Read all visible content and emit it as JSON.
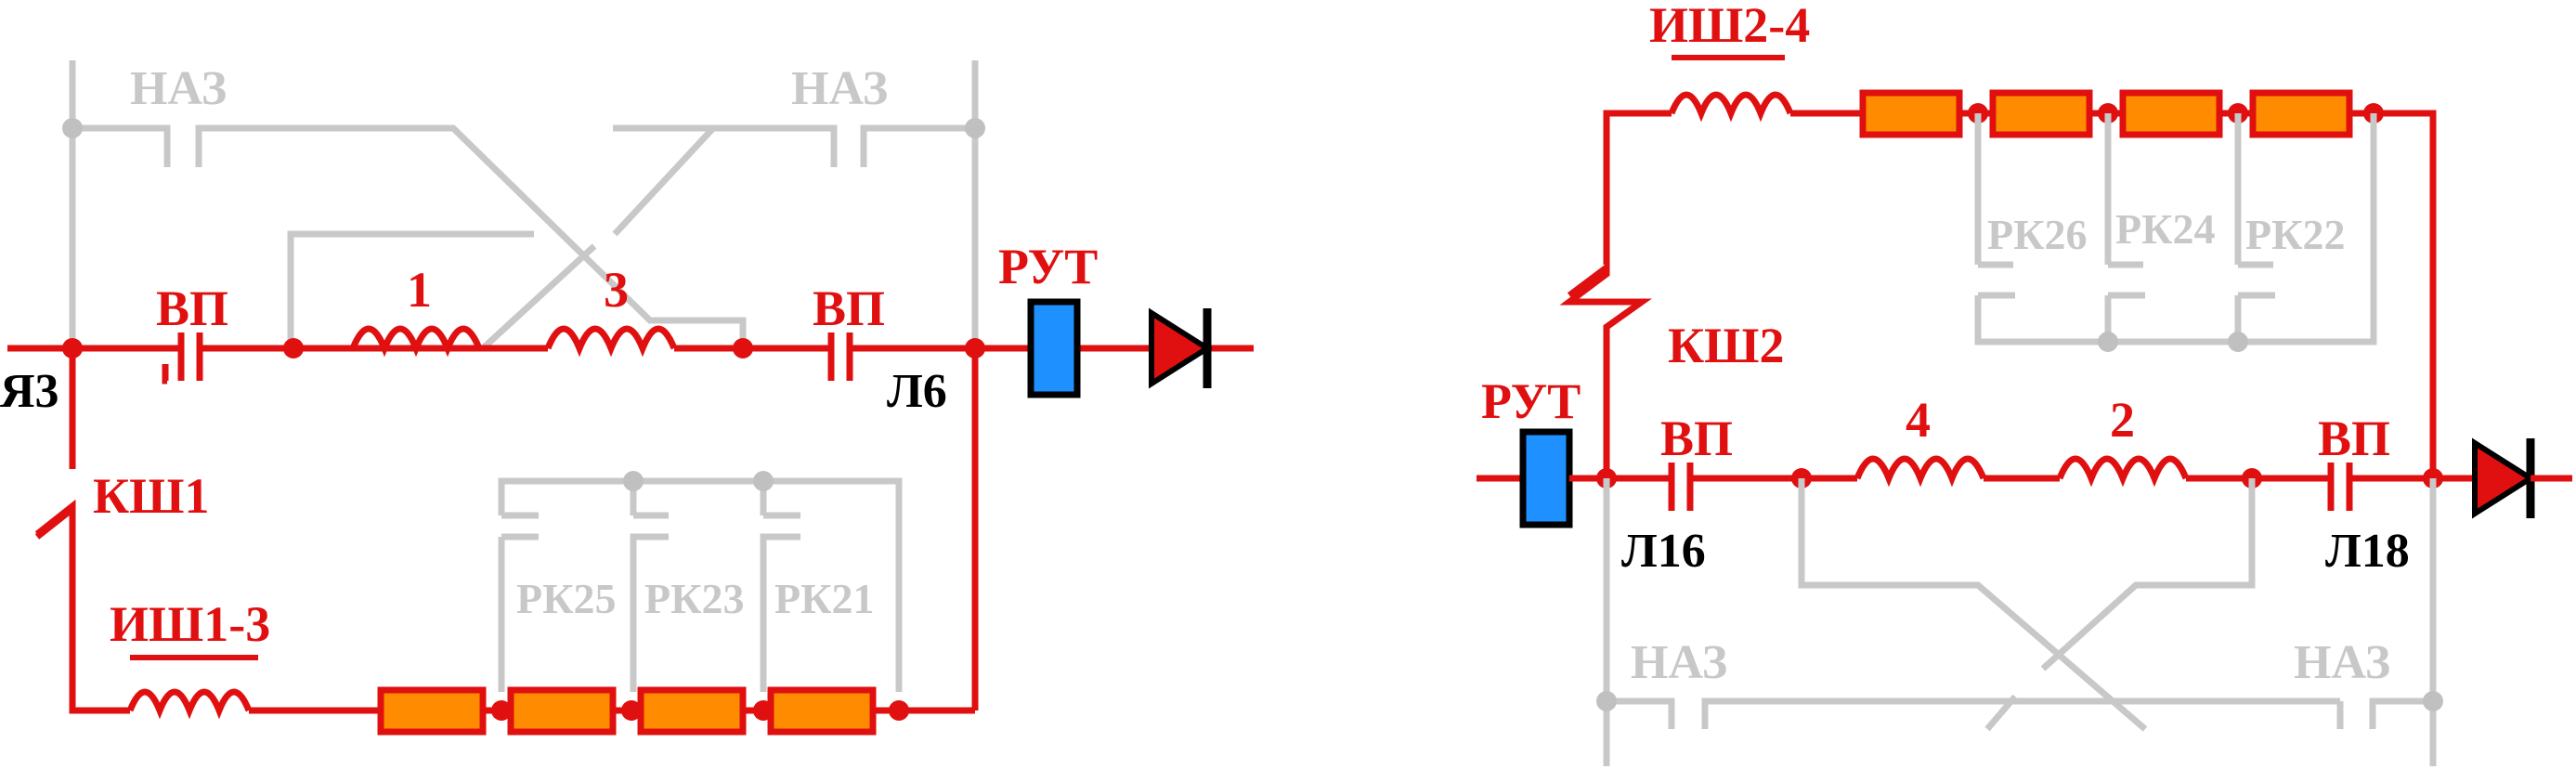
{
  "left": {
    "naz_left": "НАЗ",
    "naz_right": "НАЗ",
    "vp_left": "ВП",
    "vp_right": "ВП",
    "coil_a": "1",
    "coil_b": "3",
    "rut": "РУТ",
    "ya3": "Я3",
    "l6": "Л6",
    "ksh": "КШ1",
    "ish": "ИШ1-3",
    "rk": [
      "РК25",
      "РК23",
      "РК21"
    ]
  },
  "right": {
    "ish": "ИШ2-4",
    "rk": [
      "РК26",
      "РК24",
      "РК22"
    ],
    "ksh": "КШ2",
    "rut": "РУТ",
    "vp_left": "ВП",
    "vp_right": "ВП",
    "coil_a": "4",
    "coil_b": "2",
    "l16": "Л16",
    "l18": "Л18",
    "naz_left": "НАЗ",
    "naz_right": "НАЗ"
  },
  "colors": {
    "active_wire": "#e01010",
    "inactive_wire": "#c8c8c8",
    "resistor_fill": "#ff8c00",
    "relay_fill": "#1e90ff",
    "label_black": "#000000"
  }
}
